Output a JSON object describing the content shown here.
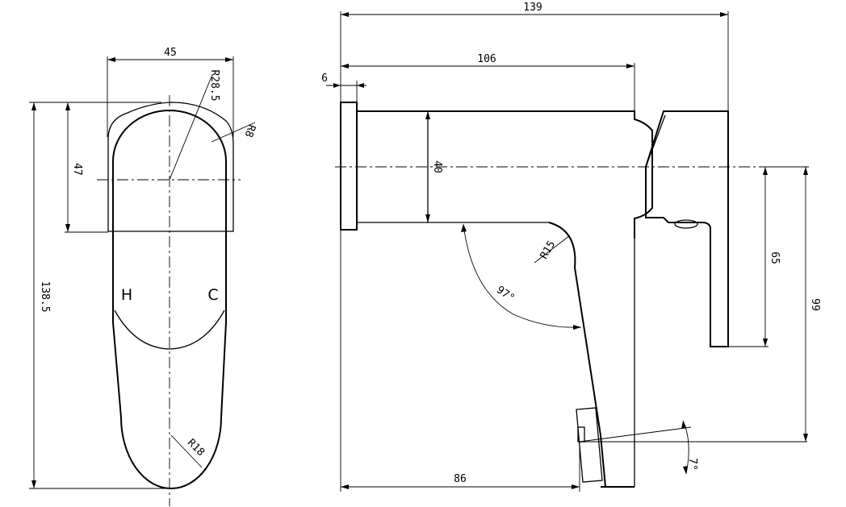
{
  "front_view": {
    "width_dim": "45",
    "height_dim": "138.5",
    "plate_height_dim": "47",
    "radius_top": "R28.5",
    "radius_corner": "R8",
    "radius_bottom": "R18",
    "hot_label": "H",
    "cold_label": "C"
  },
  "side_view": {
    "overall_length_dim": "139",
    "body_length_dim": "106",
    "flange_dim": "6",
    "body_diameter_dim": "40",
    "bend_radius_dim": "R15",
    "bend_angle_dim": "97°",
    "spout_reach_dim": "86",
    "outlet_angle_dim": "7°",
    "handle_height_dim": "65",
    "total_height_dim": "99"
  }
}
